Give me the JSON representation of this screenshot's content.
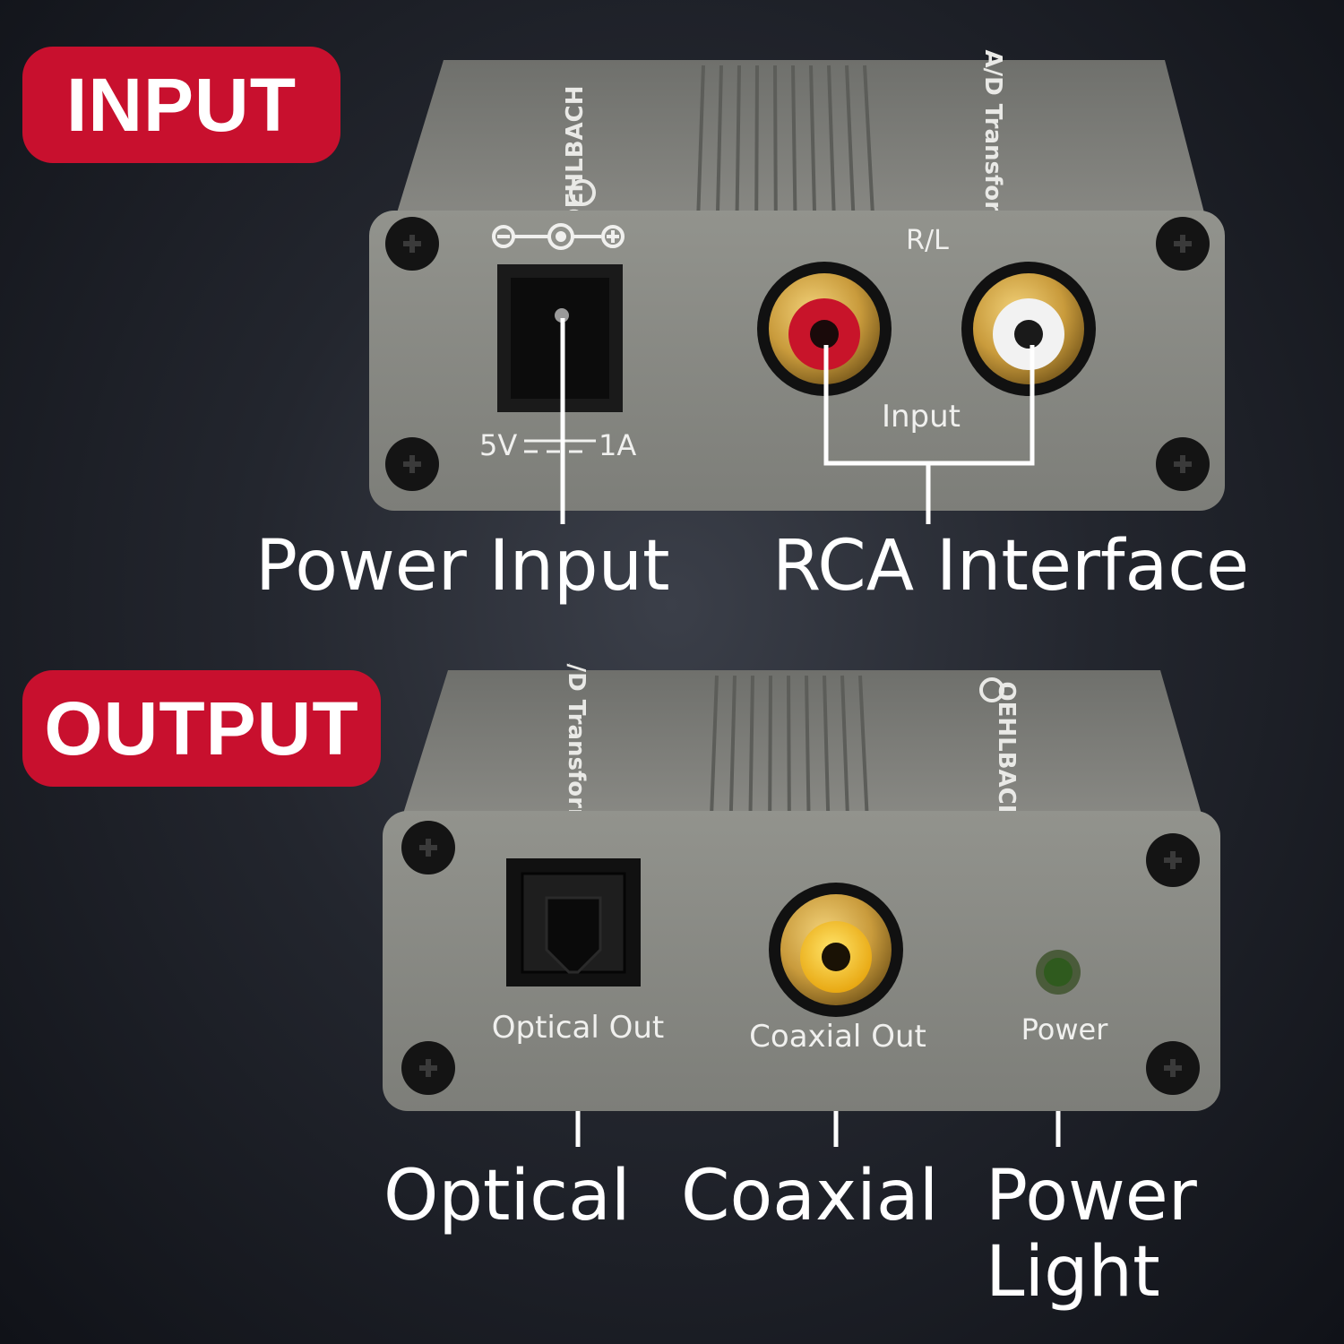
{
  "input_section": {
    "badge": "INPUT",
    "device": {
      "brand": "OEHLBACH",
      "model": "A/D Transformer",
      "jack_label": "R/L",
      "input_label": "Input",
      "power_spec_left": "5V",
      "power_spec_right": "1A"
    },
    "callouts": {
      "power_input": "Power Input",
      "rca_interface": "RCA Interface"
    }
  },
  "output_section": {
    "badge": "OUTPUT",
    "device": {
      "brand": "OEHLBACH",
      "model": "A/D Transformer",
      "optical_label": "Optical Out",
      "coaxial_label": "Coaxial Out",
      "power_label": "Power"
    },
    "callouts": {
      "optical": "Optical",
      "coaxial": "Coaxial",
      "power_light_1": "Power",
      "power_light_2": "Light"
    }
  },
  "colors": {
    "badge": "#c8102e",
    "rca_red": "#c8142a",
    "rca_white": "#f2f2f2",
    "rca_yellow": "#f3c21a",
    "gold": "#c99b3c",
    "led": "#2f5a1e"
  }
}
